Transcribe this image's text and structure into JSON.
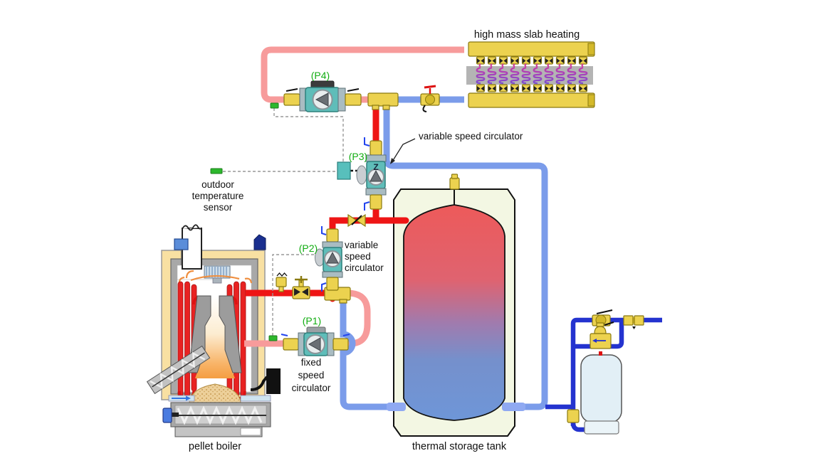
{
  "colors": {
    "pipe-hot": "#ee1515",
    "pipe-warm": "#f79b9b",
    "pipe-cool": "#7b9cea",
    "pipe-makeup": "#2433cf",
    "brass": "#ecd24f",
    "pump-teal": "#5fbdb9",
    "label-green": "#12ad12",
    "sensor-green": "#2db82d",
    "controller-teal": "#58bfbc",
    "slab-gray": "#b4b4b4",
    "tank-shell": "#f3f7e3",
    "boiler-tan": "#f8e0a2"
  },
  "diagram": {
    "slab": {
      "label": "high mass slab heating",
      "loop_count": 10
    },
    "callouts": {
      "p3_callout": "variable speed circulator"
    },
    "pumps": {
      "p4": {
        "tag": "(P4)"
      },
      "p3": {
        "tag": "(P3)",
        "marking": "Z"
      },
      "p2": {
        "tag": "(P2)",
        "caption": [
          "variable",
          "speed",
          "circulator"
        ]
      },
      "p1": {
        "tag": "(P1)",
        "caption": [
          "fixed",
          "speed",
          "circulator"
        ]
      }
    },
    "sensors": {
      "outdoor": [
        "outdoor",
        "temperature",
        "sensor"
      ]
    },
    "boiler": {
      "label": "pellet boiler"
    },
    "tank": {
      "label": "thermal storage tank"
    }
  }
}
